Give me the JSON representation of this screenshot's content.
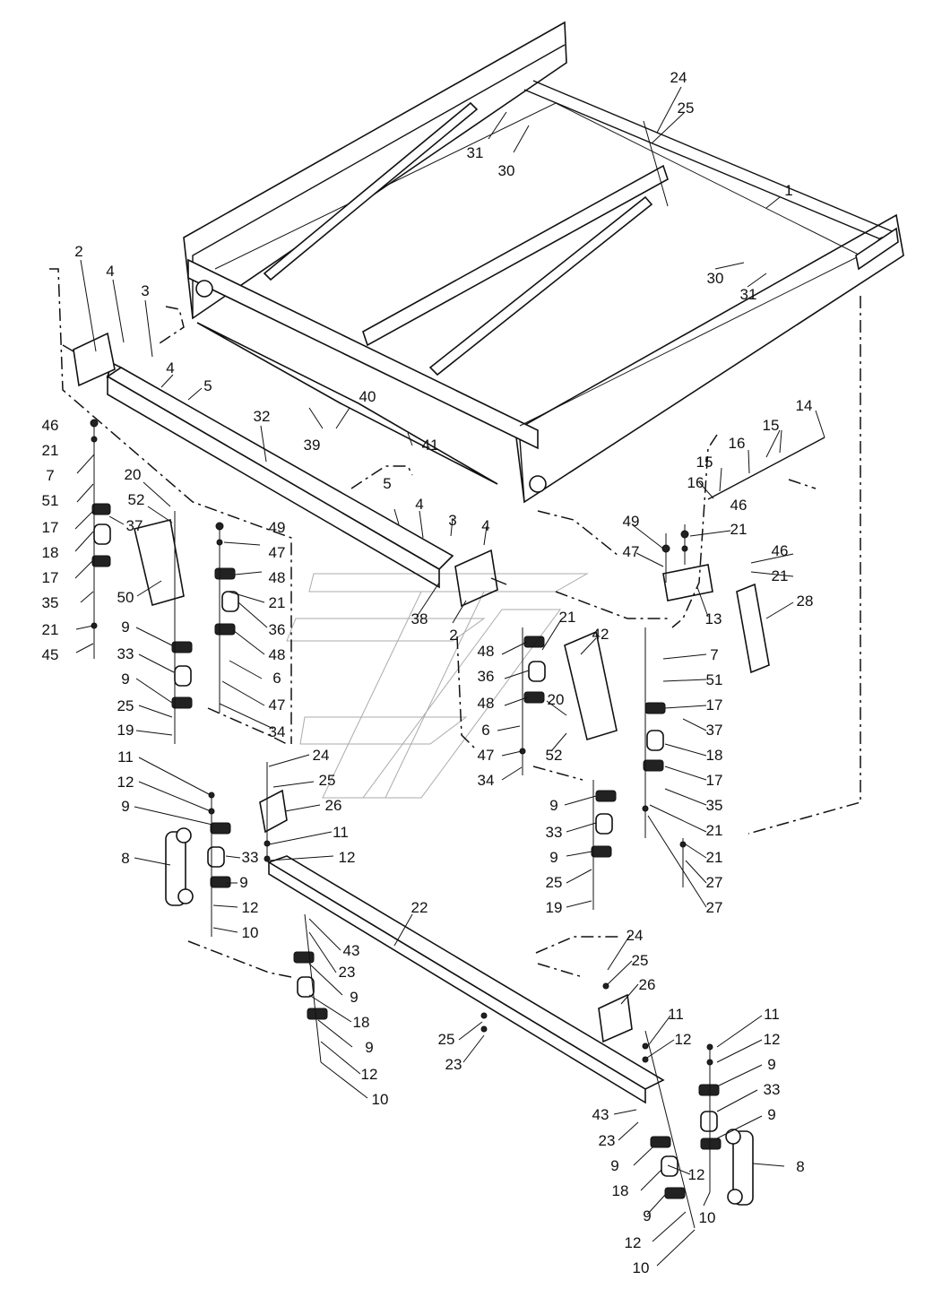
{
  "callouts": [
    {
      "text": "24"
    },
    {
      "text": "25"
    },
    {
      "text": "31"
    },
    {
      "text": "30"
    },
    {
      "text": "1"
    },
    {
      "text": "30"
    },
    {
      "text": "31"
    },
    {
      "text": "2"
    },
    {
      "text": "4"
    },
    {
      "text": "3"
    },
    {
      "text": "4"
    },
    {
      "text": "5"
    },
    {
      "text": "40"
    },
    {
      "text": "39"
    },
    {
      "text": "41"
    },
    {
      "text": "32"
    },
    {
      "text": "14"
    },
    {
      "text": "15"
    },
    {
      "text": "16"
    },
    {
      "text": "15"
    },
    {
      "text": "16"
    },
    {
      "text": "46"
    },
    {
      "text": "46"
    },
    {
      "text": "21"
    },
    {
      "text": "7"
    },
    {
      "text": "51"
    },
    {
      "text": "17"
    },
    {
      "text": "18"
    },
    {
      "text": "17"
    },
    {
      "text": "35"
    },
    {
      "text": "21"
    },
    {
      "text": "45"
    },
    {
      "text": "20"
    },
    {
      "text": "52"
    },
    {
      "text": "37"
    },
    {
      "text": "50"
    },
    {
      "text": "49"
    },
    {
      "text": "47"
    },
    {
      "text": "48"
    },
    {
      "text": "21"
    },
    {
      "text": "36"
    },
    {
      "text": "48"
    },
    {
      "text": "6"
    },
    {
      "text": "47"
    },
    {
      "text": "34"
    },
    {
      "text": "5"
    },
    {
      "text": "4"
    },
    {
      "text": "3"
    },
    {
      "text": "4"
    },
    {
      "text": "38"
    },
    {
      "text": "2"
    },
    {
      "text": "49"
    },
    {
      "text": "21"
    },
    {
      "text": "47"
    },
    {
      "text": "13"
    },
    {
      "text": "46"
    },
    {
      "text": "21"
    },
    {
      "text": "28"
    },
    {
      "text": "42"
    },
    {
      "text": "21"
    },
    {
      "text": "48"
    },
    {
      "text": "36"
    },
    {
      "text": "48"
    },
    {
      "text": "20"
    },
    {
      "text": "6"
    },
    {
      "text": "52"
    },
    {
      "text": "47"
    },
    {
      "text": "34"
    },
    {
      "text": "7"
    },
    {
      "text": "51"
    },
    {
      "text": "17"
    },
    {
      "text": "37"
    },
    {
      "text": "18"
    },
    {
      "text": "17"
    },
    {
      "text": "35"
    },
    {
      "text": "21"
    },
    {
      "text": "21"
    },
    {
      "text": "27"
    },
    {
      "text": "27"
    },
    {
      "text": "9"
    },
    {
      "text": "33"
    },
    {
      "text": "9"
    },
    {
      "text": "25"
    },
    {
      "text": "19"
    },
    {
      "text": "9"
    },
    {
      "text": "33"
    },
    {
      "text": "9"
    },
    {
      "text": "25"
    },
    {
      "text": "19"
    },
    {
      "text": "24"
    },
    {
      "text": "25"
    },
    {
      "text": "26"
    },
    {
      "text": "11"
    },
    {
      "text": "12"
    },
    {
      "text": "9"
    },
    {
      "text": "8"
    },
    {
      "text": "33"
    },
    {
      "text": "9"
    },
    {
      "text": "12"
    },
    {
      "text": "10"
    },
    {
      "text": "11"
    },
    {
      "text": "12"
    },
    {
      "text": "22"
    },
    {
      "text": "43"
    },
    {
      "text": "23"
    },
    {
      "text": "9"
    },
    {
      "text": "18"
    },
    {
      "text": "9"
    },
    {
      "text": "12"
    },
    {
      "text": "10"
    },
    {
      "text": "25"
    },
    {
      "text": "23"
    },
    {
      "text": "24"
    },
    {
      "text": "25"
    },
    {
      "text": "26"
    },
    {
      "text": "11"
    },
    {
      "text": "12"
    },
    {
      "text": "43"
    },
    {
      "text": "23"
    },
    {
      "text": "9"
    },
    {
      "text": "18"
    },
    {
      "text": "9"
    },
    {
      "text": "12"
    },
    {
      "text": "10"
    },
    {
      "text": "12"
    },
    {
      "text": "10"
    },
    {
      "text": "11"
    },
    {
      "text": "12"
    },
    {
      "text": "9"
    },
    {
      "text": "33"
    },
    {
      "text": "9"
    },
    {
      "text": "8"
    }
  ],
  "colors": {
    "ink": "#111111",
    "paper": "#ffffff"
  }
}
